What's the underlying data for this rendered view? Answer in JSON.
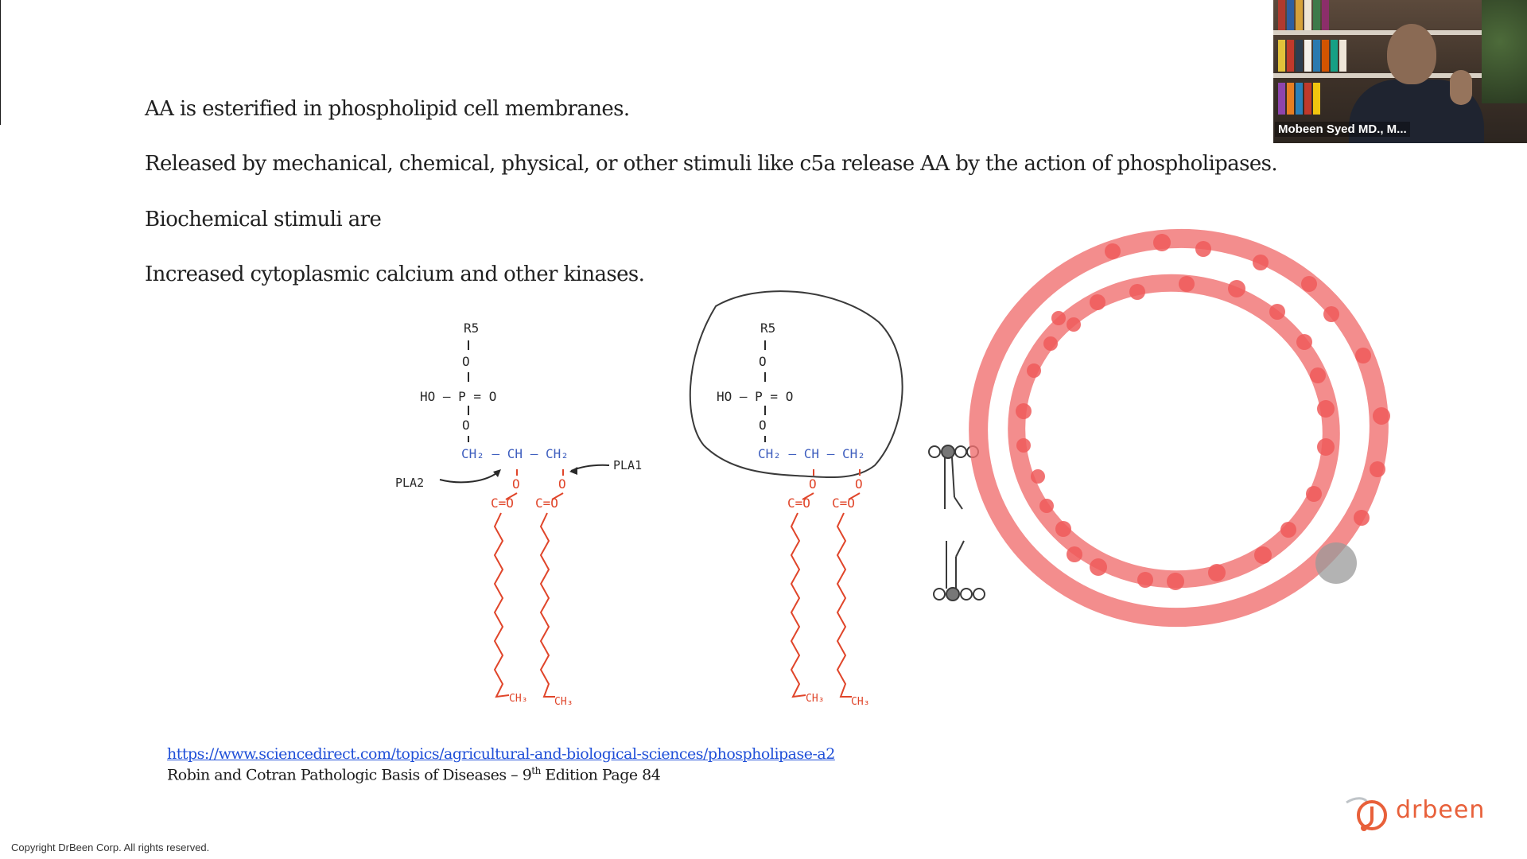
{
  "slide": {
    "bullets": [
      "AA is esterified in phospholipid cell membranes.",
      "Released by mechanical, chemical, physical, or other stimuli like c5a release AA by the action of phospholipases.",
      "Biochemical stimuli are",
      "Increased cytoplasmic calcium and other kinases."
    ],
    "diagram_labels": {
      "r5": "R5",
      "ho_p": "HO – P = O",
      "o": "O",
      "ch_chain": "CH₂ – CH – CH₂",
      "c_eq_o": "C=O",
      "ch3": "CH₃",
      "pla2": "PLA2",
      "pla1": "PLA1"
    },
    "reference_link": "https://www.sciencedirect.com/topics/agricultural-and-biological-sciences/phospholipase-a2",
    "reference_book_prefix": "Robin and Cotran Pathologic Basis of Diseases – 9",
    "reference_book_sup": "th",
    "reference_book_suffix": " Edition Page 84",
    "copyright": "Copyright DrBeen Corp. All rights reserved.",
    "logo_text": "drbeen",
    "annotation_color": "#f07070",
    "chem_red": "#e0452a",
    "chem_blue": "#3f5fbf",
    "link_color": "#1f4fd8",
    "brand_color": "#e8603a"
  },
  "webcam": {
    "participant_name": "Mobeen Syed MD., M..."
  }
}
